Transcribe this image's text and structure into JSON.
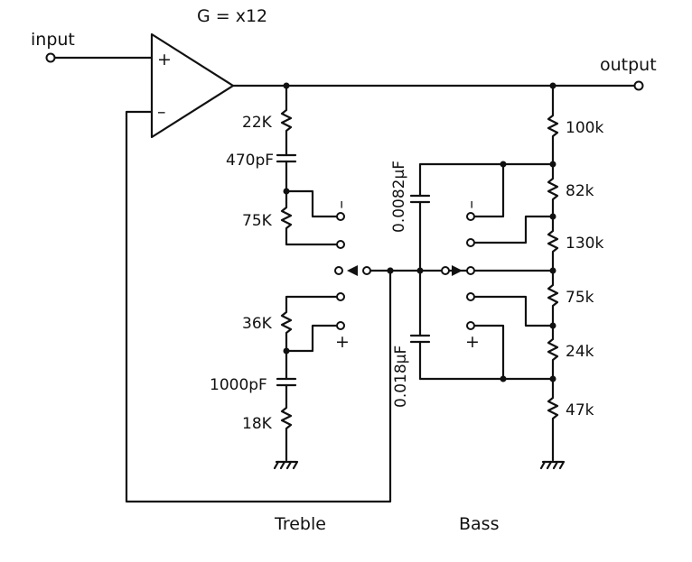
{
  "amp": {
    "gain_label": "G = x12",
    "plus": "+",
    "minus": "–"
  },
  "io": {
    "input": "input",
    "output": "output"
  },
  "treble": {
    "label": "Treble",
    "r1": "22K",
    "c1": "470pF",
    "r2": "75K",
    "r3": "36K",
    "c2": "1000pF",
    "r4": "18K",
    "minus": "–",
    "plus": "+"
  },
  "bass": {
    "label": "Bass",
    "c_top": "0.0082μF",
    "c_bot": "0.018μF",
    "minus": "–",
    "plus": "+"
  },
  "ladder": [
    "100k",
    "82k",
    "130k",
    "75k",
    "24k",
    "47k"
  ]
}
